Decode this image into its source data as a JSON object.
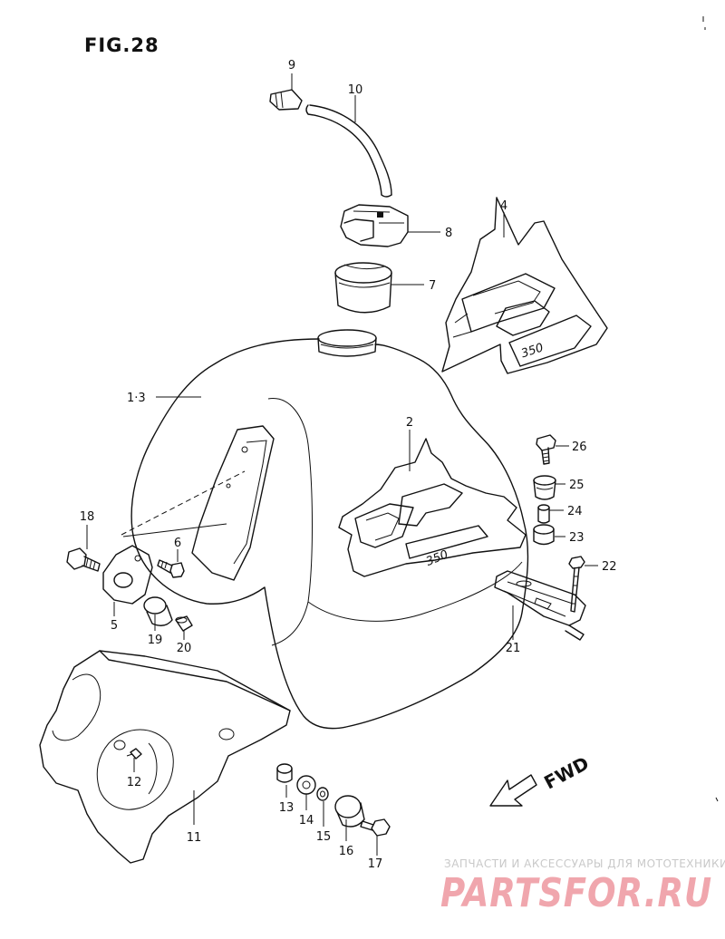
{
  "figure": {
    "title": "FIG.28"
  },
  "decal_text": {
    "rear_model": "350",
    "tank_model": "350"
  },
  "direction": {
    "label": "FWD"
  },
  "callouts": [
    {
      "id": "c9",
      "label": "9"
    },
    {
      "id": "c10",
      "label": "10"
    },
    {
      "id": "c8",
      "label": "8"
    },
    {
      "id": "c7",
      "label": "7"
    },
    {
      "id": "c4",
      "label": "4"
    },
    {
      "id": "c13a",
      "label": "1·3"
    },
    {
      "id": "c2",
      "label": "2"
    },
    {
      "id": "c26",
      "label": "26"
    },
    {
      "id": "c25",
      "label": "25"
    },
    {
      "id": "c24",
      "label": "24"
    },
    {
      "id": "c23",
      "label": "23"
    },
    {
      "id": "c22",
      "label": "22"
    },
    {
      "id": "c21",
      "label": "21"
    },
    {
      "id": "c18",
      "label": "18"
    },
    {
      "id": "c6",
      "label": "6"
    },
    {
      "id": "c5",
      "label": "5"
    },
    {
      "id": "c19",
      "label": "19"
    },
    {
      "id": "c20",
      "label": "20"
    },
    {
      "id": "c12",
      "label": "12"
    },
    {
      "id": "c11",
      "label": "11"
    },
    {
      "id": "c13",
      "label": "13"
    },
    {
      "id": "c14",
      "label": "14"
    },
    {
      "id": "c15",
      "label": "15"
    },
    {
      "id": "c16",
      "label": "16"
    },
    {
      "id": "c17",
      "label": "17"
    }
  ],
  "watermark": {
    "tagline": "ЗАПЧАСТИ И АКСЕССУАРЫ ДЛЯ МОТОТЕХНИКИ",
    "brand": "PARTSFOR.RU",
    "color": "#e8525f"
  }
}
